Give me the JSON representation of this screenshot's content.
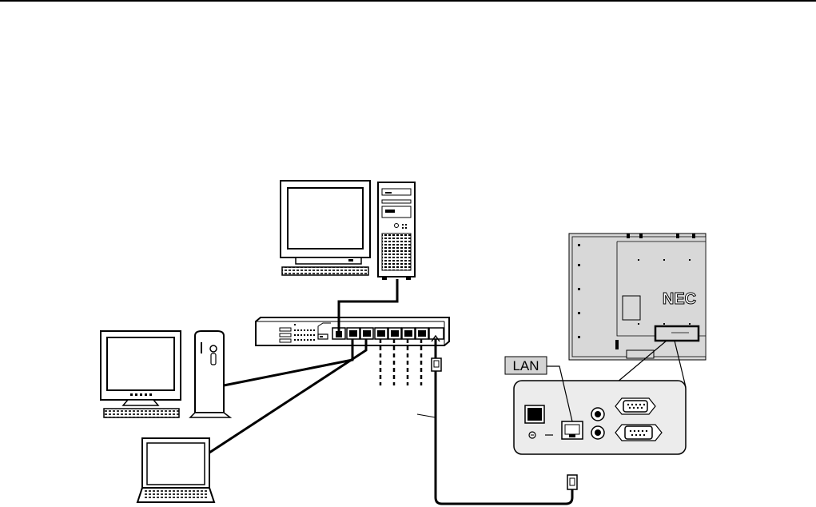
{
  "labels": {
    "lan": "LAN",
    "brand": "NEC"
  },
  "colors": {
    "ink": "#000000",
    "panel_fill": "#d8d8d8",
    "callout_fill": "#ececec",
    "label_fill": "#d4d4d4",
    "white": "#ffffff"
  },
  "icons": {
    "server": "desktop-tower-computer",
    "desktop": "desktop-slim-computer",
    "laptop": "laptop-computer",
    "hub": "network-hub",
    "display": "monitor-rear-panel",
    "connector": "rj45-connector"
  }
}
